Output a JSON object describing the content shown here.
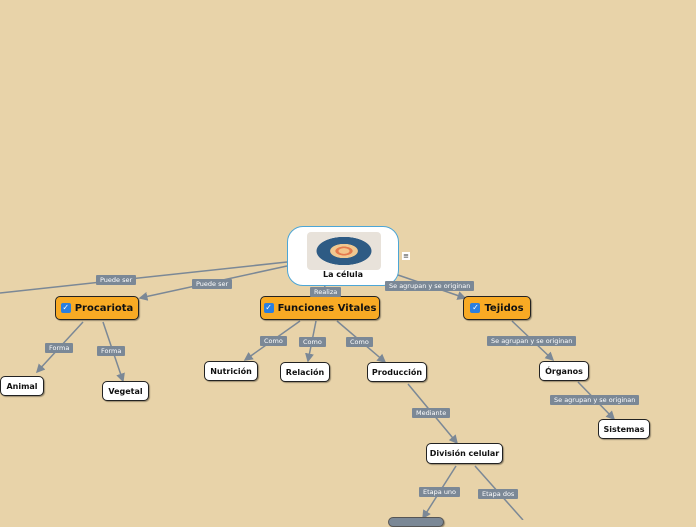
{
  "background": "#E8D3A9",
  "colors": {
    "main_node": "#F8AA24",
    "link": "#7B8896",
    "root_border": "#4DA6D6",
    "check": "#2A7FE0"
  },
  "root": {
    "label": "La célula",
    "image": "animal-cell-image",
    "note_icon": "notes-icon"
  },
  "main_nodes": {
    "procariota": "Procariota",
    "funciones": "Funciones Vitales",
    "tejidos": "Tejidos"
  },
  "leaf_nodes": {
    "animal": "Animal",
    "vegetal": "Vegetal",
    "nutricion": "Nutrición",
    "relacion": "Relación",
    "produccion": "Producción",
    "organos": "Órganos",
    "sistemas": "Sistemas",
    "division": "División celular"
  },
  "link_labels": {
    "puede_ser_1": "Puede ser",
    "puede_ser_2": "Puede ser",
    "realiza": "Realiza",
    "se_agrupan_1": "Se agrupan y se originan",
    "forma_1": "Forma",
    "forma_2": "Forma",
    "como_1": "Como",
    "como_2": "Como",
    "como_3": "Como",
    "se_agrupan_2": "Se agrupan y se originan",
    "se_agrupan_3": "Se agrupan y se originan",
    "mediante": "Mediante",
    "etapa_uno": "Etapa uno",
    "etapa_dos": "Etapa dos"
  }
}
